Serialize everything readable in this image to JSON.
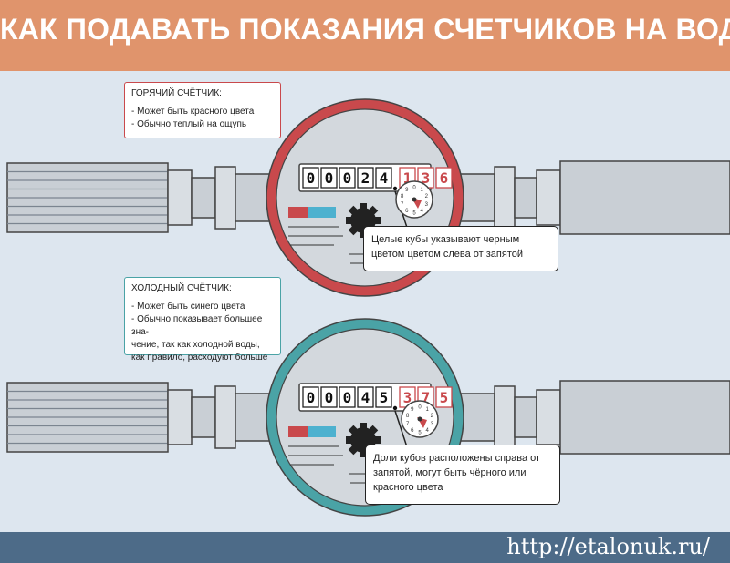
{
  "header": {
    "title": "КАК ПОДАВАТЬ ПОКАЗАНИЯ СЧЕТЧИКОВ НА ВОДУ?"
  },
  "footer": {
    "url": "http://etalonuk.ru/"
  },
  "colors": {
    "header_bg": "#e0946c",
    "background": "#dde6ef",
    "footer_bg": "#4d6b88",
    "hot_accent": "#c9494c",
    "cold_accent": "#4aa3a6",
    "red_digit": "#c9494c",
    "blue_band": "#4db1cf"
  },
  "hot_meter": {
    "title": "ГОРЯЧИЙ СЧЁТЧИК:",
    "lines": [
      "- Может быть красного цвета",
      "- Обычно теплый на ощупь"
    ],
    "black_digits": [
      "0",
      "0",
      "0",
      "2",
      "4"
    ],
    "red_digits": [
      "1",
      "3",
      "6"
    ],
    "callout": "Целые кубы указывают черным цветом цветом слева от запятой"
  },
  "cold_meter": {
    "title": "ХОЛОДНЫЙ СЧЁТЧИК:",
    "lines": [
      "- Может быть синего цвета",
      "- Обычно показывает большее зна-",
      "чение, так как холодной воды,",
      "как правило, расходуют больше"
    ],
    "black_digits": [
      "0",
      "0",
      "0",
      "4",
      "5"
    ],
    "red_digits": [
      "3",
      "7",
      "5"
    ],
    "callout": "Доли кубов расположены справа от запятой, могут быть чёрного или красного цвета"
  },
  "dial_labels": [
    "0",
    "9",
    "8",
    "7",
    "6",
    "5",
    "4",
    "3",
    "2",
    "1"
  ]
}
